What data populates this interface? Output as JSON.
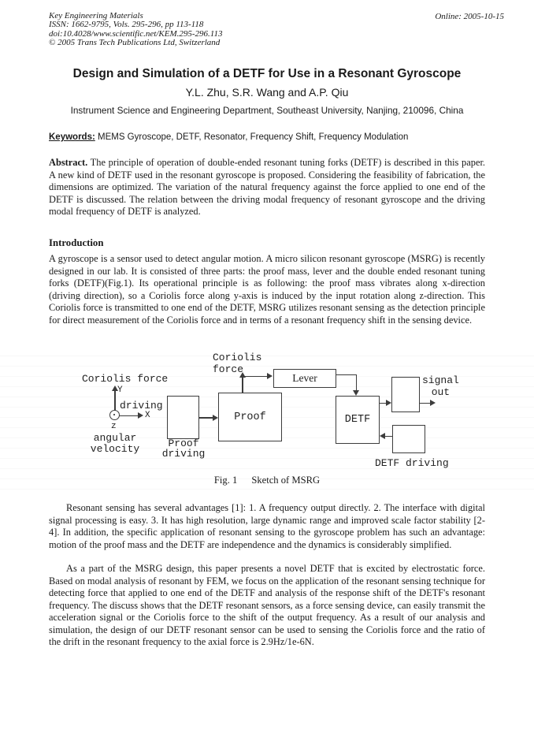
{
  "header": {
    "journal": "Key Engineering Materials",
    "issn_line": "ISSN: 1662-9795, Vols. 295-296, pp 113-118",
    "doi_line": "doi:10.4028/www.scientific.net/KEM.295-296.113",
    "copyright_line": "© 2005 Trans Tech Publications Ltd, Switzerland",
    "online_date": "Online: 2005-10-15"
  },
  "title": "Design and Simulation of a DETF for Use in a Resonant Gyroscope",
  "authors": "Y.L. Zhu, S.R. Wang and A.P. Qiu",
  "affiliation": "Instrument Science and Engineering Department, Southeast University, Nanjing, 210096, China",
  "keywords": {
    "label": "Keywords:",
    "text": " MEMS Gyroscope, DETF, Resonator, Frequency Shift, Frequency Modulation"
  },
  "abstract": {
    "label": "Abstract.",
    "text": " The principle of operation of double-ended resonant tuning forks (DETF) is described in this paper. A new kind of DETF used in the resonant gyroscope is proposed. Considering the feasibility of fabrication, the dimensions are optimized. The variation of the natural frequency against the force applied to one end of the DETF is discussed. The relation between the driving modal frequency of resonant gyroscope and the driving modal frequency of DETF is analyzed."
  },
  "introduction": {
    "heading": "Introduction",
    "para1": "A gyroscope is a sensor used to detect angular motion. A micro silicon resonant gyroscope (MSRG) is recently designed in our lab. It is consisted of three parts: the proof mass, lever and the double ended resonant tuning forks (DETF)(Fig.1). Its operational principle is as following: the proof mass vibrates along x-direction (driving direction), so a Coriolis force along y-axis is induced by the input rotation along z-direction. This Coriolis force is transmitted to one end of the DETF, MSRG utilizes resonant sensing as the detection principle for direct measurement of the Coriolis force and in terms of a resonant frequency shift in the sensing device.",
    "para2": "Resonant sensing has several advantages [1]: 1. A frequency output directly. 2. The interface with digital signal processing is easy. 3. It has high resolution, large dynamic range and improved scale factor stability [2-4]. In addition, the specific application of resonant sensing to the gyroscope problem has such an advantage: motion of the proof mass and the DETF are independence and the dynamics is considerably simplified.",
    "para3": "As a part of the MSRG design, this paper presents a novel DETF that is excited by electrostatic force. Based on modal analysis of resonant by FEM, we focus on the application of the resonant sensing technique for detecting force that applied to one end of the DETF and analysis of the response shift of the DETF's resonant frequency. The discuss shows that the DETF resonant sensors, as a force sensing device, can easily transmit the acceleration signal or the Coriolis force to the shift of the output frequency. As a result of our analysis and simulation, the design of our DETF resonant sensor can be used to sensing the Coriolis force and the ratio of the drift in the resonant frequency to the axial force is 2.9Hz/1e-6N."
  },
  "figure": {
    "coriolis_line1": "Coriolis",
    "coriolis_line2": "force",
    "coriolis_left": "Coriolis force",
    "driving": "driving",
    "axis_y": "Y",
    "axis_x": "X",
    "axis_z": "z",
    "angular": "angular",
    "velocity": "velocity",
    "proof_driving_line1": "Proof",
    "proof_driving_line2": "driving",
    "proof": "Proof",
    "lever": "Lever",
    "detf": "DETF",
    "signal_line1": "signal",
    "signal_line2": "out",
    "detf_driving": "DETF driving",
    "caption_fig": "Fig. 1",
    "caption_text": "Sketch of MSRG"
  }
}
